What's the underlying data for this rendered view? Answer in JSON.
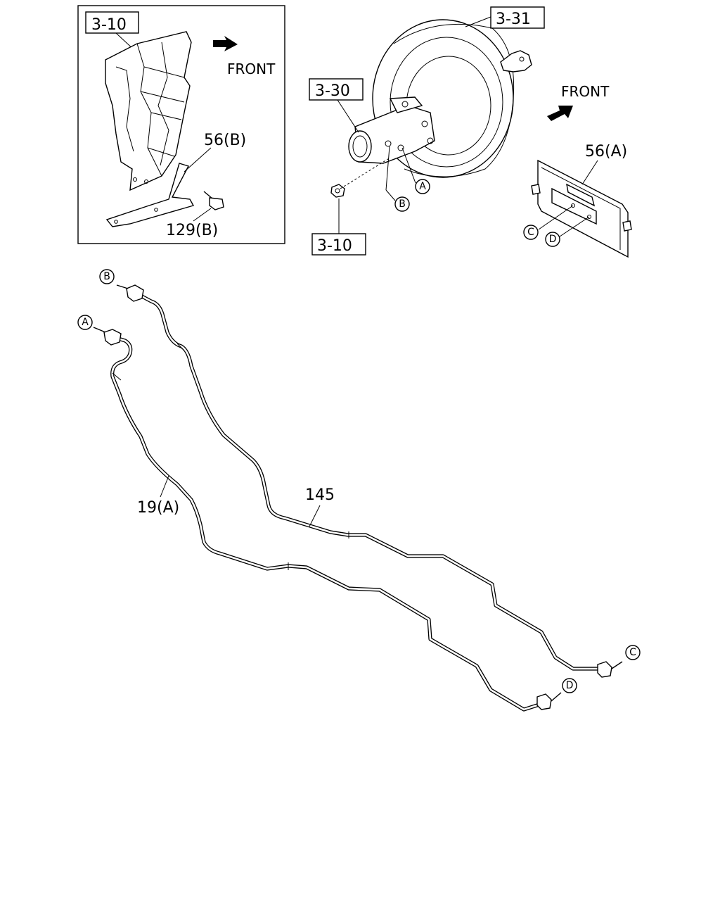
{
  "inset": {
    "ref_label": "3-10",
    "front_label": "FRONT",
    "bracket_label": "56(B)",
    "bolt_label": "129(B)"
  },
  "main": {
    "booster_label": "3-31",
    "master_cyl_label": "3-30",
    "nut_ref_label": "3-10",
    "front_label": "FRONT",
    "bracket_label": "56(A)"
  },
  "pipes": {
    "pipe_short_label": "145",
    "pipe_long_label": "19(A)"
  },
  "callouts": {
    "a": "A",
    "b": "B",
    "c": "C",
    "d": "D"
  }
}
